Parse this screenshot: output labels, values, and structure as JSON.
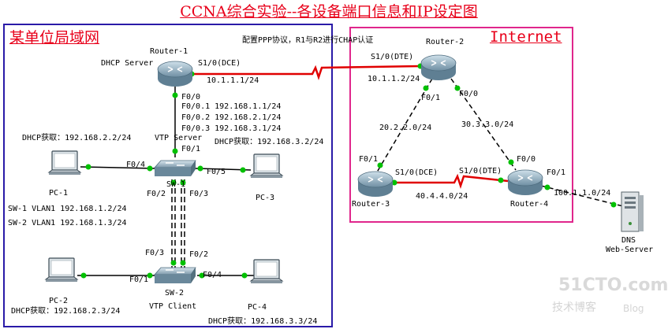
{
  "title": "CCNA综合实验--各设备端口信息和IP设定图",
  "zones": {
    "lan_title": "某单位局域网",
    "internet_title": "Internet"
  },
  "chap_note": "配置PPP协议，R1与R2进行CHAP认证",
  "devices": {
    "router1": {
      "name": "Router-1",
      "role": "DHCP Server"
    },
    "router2": {
      "name": "Router-2"
    },
    "router3": {
      "name": "Router-3"
    },
    "router4": {
      "name": "Router-4"
    },
    "sw1": {
      "name": "SW-1",
      "role": "VTP Server"
    },
    "sw2": {
      "name": "SW-2",
      "role": "VTP Client"
    },
    "pc1": {
      "name": "PC-1",
      "dhcp": "DHCP获取：192.168.2.2/24"
    },
    "pc2": {
      "name": "PC-2",
      "dhcp": "DHCP获取：192.168.2.3/24"
    },
    "pc3": {
      "name": "PC-3",
      "dhcp": "DHCP获取：192.168.3.2/24"
    },
    "pc4": {
      "name": "PC-4",
      "dhcp": "DHCP获取：192.168.3.3/24"
    },
    "server": {
      "name_line1": "DNS",
      "name_line2": "Web-Server"
    }
  },
  "ports": {
    "r1_s10": "S1/0(DCE)",
    "r1_ip": "10.1.1.1/24",
    "r1_f00": "F0/0",
    "r1_sub1": "F0/0.1 192.168.1.1/24",
    "r1_sub2": "F0/0.2 192.168.2.1/24",
    "r1_sub3": "F0/0.3 192.168.3.1/24",
    "r2_s10": "S1/0(DTE)",
    "r2_ip": "10.1.1.2/24",
    "r2_f01": "F0/1",
    "r2_f00": "F0/0",
    "r3_f01": "F0/1",
    "r3_s10": "S1/0(DCE)",
    "r4_s10": "S1/0(DTE)",
    "r4_f00": "F0/0",
    "r4_f01": "F0/1",
    "net_r2r3": "20.2.2.0/24",
    "net_r2r4": "30.3.3.0/24",
    "net_r3r4": "40.4.4.0/24",
    "net_r4srv": "100.1.1.0/24",
    "sw1_f01": "F0/1",
    "sw1_f04": "F0/4",
    "sw1_f05": "F0/5",
    "sw1_f02": "F0/2",
    "sw1_f03": "F0/3",
    "sw2_f03": "F0/3",
    "sw2_f02": "F0/2",
    "sw2_f01": "F0/1",
    "sw2_f04": "F0/4"
  },
  "vlan_info": {
    "sw1": "SW-1 VLAN1 192.168.1.2/24",
    "sw2": "SW-2 VLAN1 192.168.1.3/24"
  },
  "watermark": {
    "brand": "51CTO.com",
    "sub": "技术博客",
    "blog": "Blog"
  }
}
